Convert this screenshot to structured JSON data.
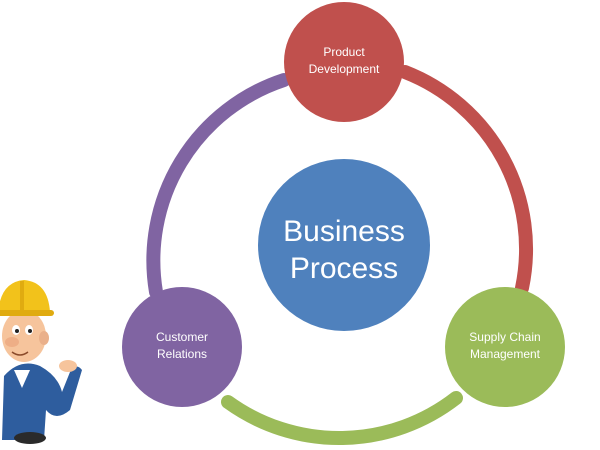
{
  "diagram": {
    "center": {
      "line1": "Business",
      "line2": "Process",
      "color": "#4f81bd"
    },
    "nodes": [
      {
        "id": "product",
        "line1": "Product",
        "line2": "Development",
        "color": "#c0504d"
      },
      {
        "id": "supply",
        "line1": "Supply Chain",
        "line2": "Management",
        "color": "#9bbb59"
      },
      {
        "id": "customer",
        "line1": "Customer",
        "line2": "Relations",
        "color": "#8064a2"
      }
    ],
    "arcs": [
      {
        "from": "product",
        "to": "supply",
        "color": "#c0504d"
      },
      {
        "from": "supply",
        "to": "customer",
        "color": "#9bbb59"
      },
      {
        "from": "customer",
        "to": "product",
        "color": "#8064a2"
      }
    ]
  },
  "mascot": {
    "icon": "construction-worker-icon"
  }
}
